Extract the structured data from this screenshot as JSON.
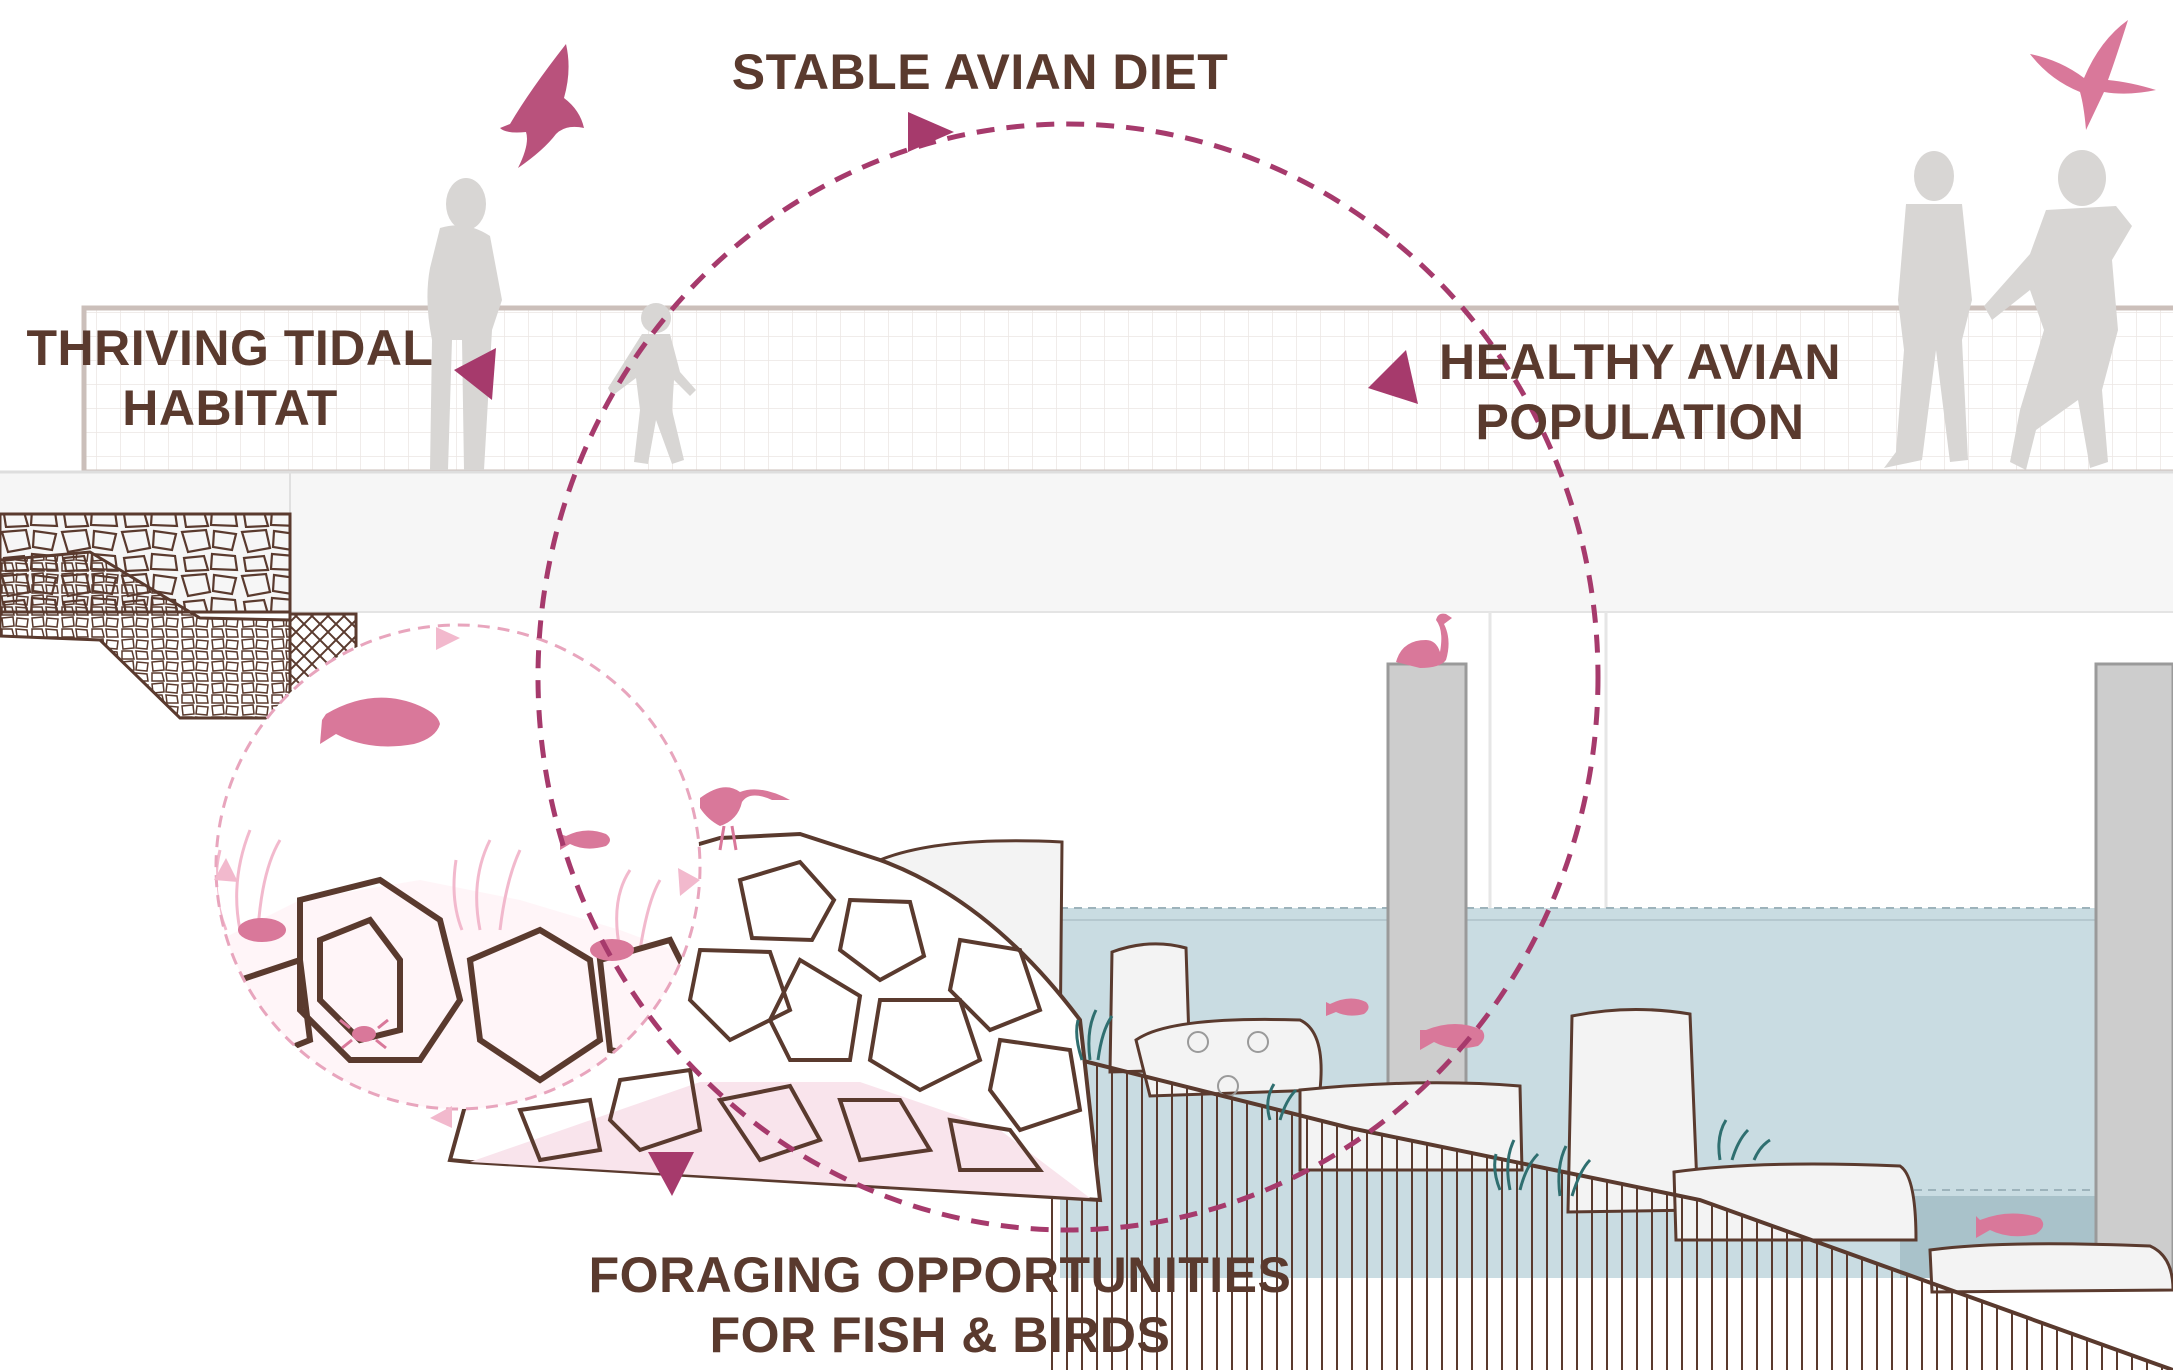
{
  "cycle": {
    "top": "STABLE AVIAN DIET",
    "right_line1": "HEALTHY AVIAN",
    "right_line2": "POPULATION",
    "bottom_line1": "FORAGING OPPORTUNITIES",
    "bottom_line2": "FOR FISH & BIRDS",
    "left_line1": "THRIVING TIDAL",
    "left_line2": "HABITAT"
  },
  "colors": {
    "cycle_accent": "#a63a6c",
    "fauna": "#d9789a",
    "outline": "#5a3a2e",
    "water": "#c9dce2",
    "silhouette": "#d6d4d2",
    "label_text": "#5a3a2e"
  }
}
